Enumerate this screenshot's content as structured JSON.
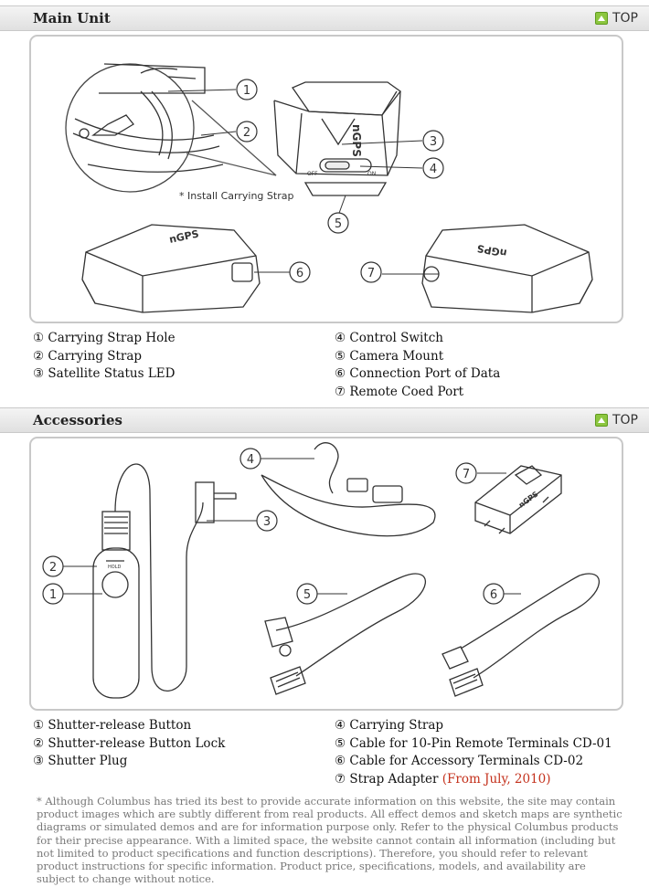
{
  "main_unit": {
    "title": "Main Unit",
    "top_label": "TOP",
    "diagram_note": "* Install Carrying Strap",
    "switch_off": "OFF",
    "switch_on": "ON",
    "brand": "nGPS",
    "markers": [
      "1",
      "2",
      "3",
      "4",
      "5",
      "6",
      "7"
    ],
    "captions_left": [
      "① Carrying Strap Hole",
      "② Carrying Strap",
      "③ Satellite Status LED"
    ],
    "captions_right": [
      "④ Control Switch",
      "⑤ Camera Mount",
      "⑥ Connection Port of Data",
      "⑦ Remote Coed Port"
    ]
  },
  "accessories": {
    "title": "Accessories",
    "top_label": "TOP",
    "hold_label": "HOLD",
    "brand": "nGPS",
    "markers": [
      "1",
      "2",
      "3",
      "4",
      "5",
      "6",
      "7"
    ],
    "captions_left": [
      "① Shutter-release Button",
      "② Shutter-release Button Lock",
      "③ Shutter Plug"
    ],
    "captions_right": [
      "④ Carrying Strap",
      "⑤ Cable for 10-Pin Remote Terminals CD-01",
      "⑥ Cable for Accessory Terminals CD-02",
      "⑦ Strap Adapter"
    ],
    "caption_note": "(From July, 2010)"
  },
  "disclaimer": "* Although Columbus has tried its best to provide accurate information on this website, the site may contain product images which are subtly different from real products. All effect demos and sketch maps are synthetic diagrams or simulated demos and are for information purpose only. Refer to the physical Columbus products for their precise appearance. With a limited space, the website cannot contain all information (including but not limited to product specifications and function descriptions). Therefore, you should refer to relevant product instructions for specific information. Product price, specifications, models, and availability are subject to change without notice.",
  "colors": {
    "accent_green": "#8cc63f",
    "marker_green": "#b5cf45",
    "note_red": "#c4311c",
    "line": "#333333"
  }
}
